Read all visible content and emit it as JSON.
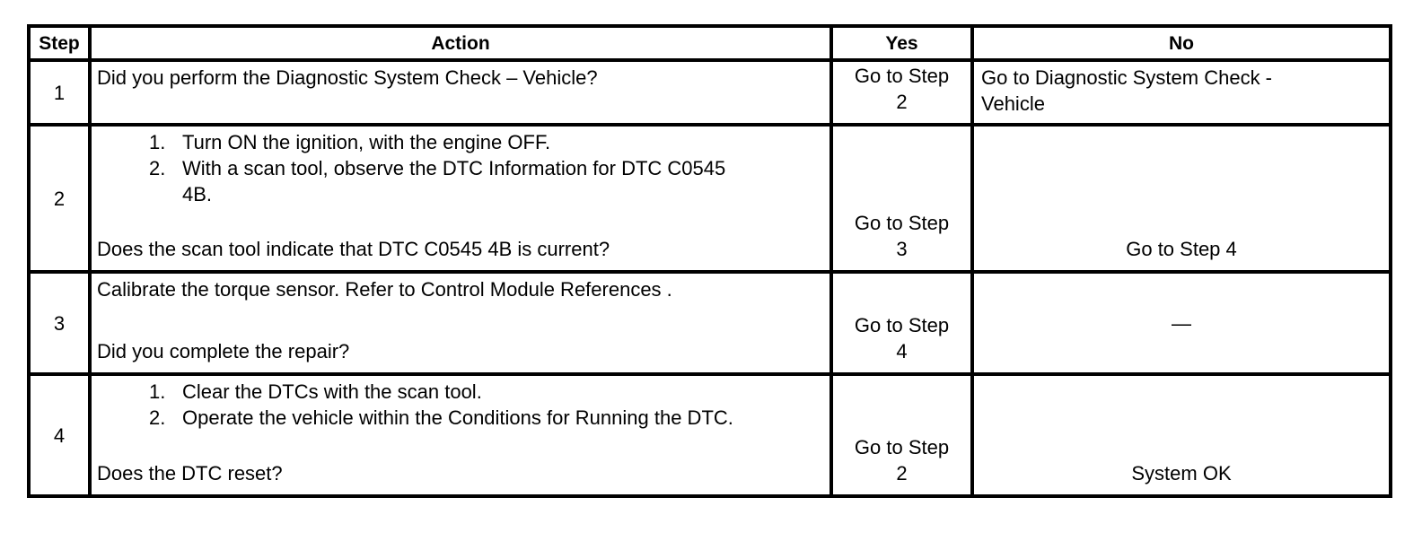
{
  "colors": {
    "border": "#000000",
    "background": "#ffffff",
    "text": "#000000"
  },
  "header": {
    "step": "Step",
    "action": "Action",
    "yes": "Yes",
    "no": "No"
  },
  "rows": [
    {
      "step": "1",
      "question": "Did you perform the Diagnostic System Check – Vehicle?",
      "yes": "Go to Step\n2",
      "no": "Go to Diagnostic System Check -\nVehicle"
    },
    {
      "step": "2",
      "list": [
        {
          "num": "1.",
          "text": "Turn ON the ignition, with the engine OFF."
        },
        {
          "num": "2.",
          "text": "With a scan tool, observe the DTC Information for DTC C0545\n4B."
        }
      ],
      "question": "Does the scan tool indicate that DTC C0545 4B is current?",
      "yes": "Go to Step\n3",
      "no": "Go to Step 4"
    },
    {
      "step": "3",
      "text": "Calibrate the torque sensor. Refer to Control Module References .",
      "question": "Did you complete the repair?",
      "yes": "Go to Step\n4",
      "no": "—"
    },
    {
      "step": "4",
      "list": [
        {
          "num": "1.",
          "text": "Clear the DTCs with the scan tool."
        },
        {
          "num": "2.",
          "text": "Operate the vehicle within the Conditions for Running the DTC."
        }
      ],
      "question": "Does the DTC reset?",
      "yes": "Go to Step\n2",
      "no": "System OK"
    }
  ]
}
